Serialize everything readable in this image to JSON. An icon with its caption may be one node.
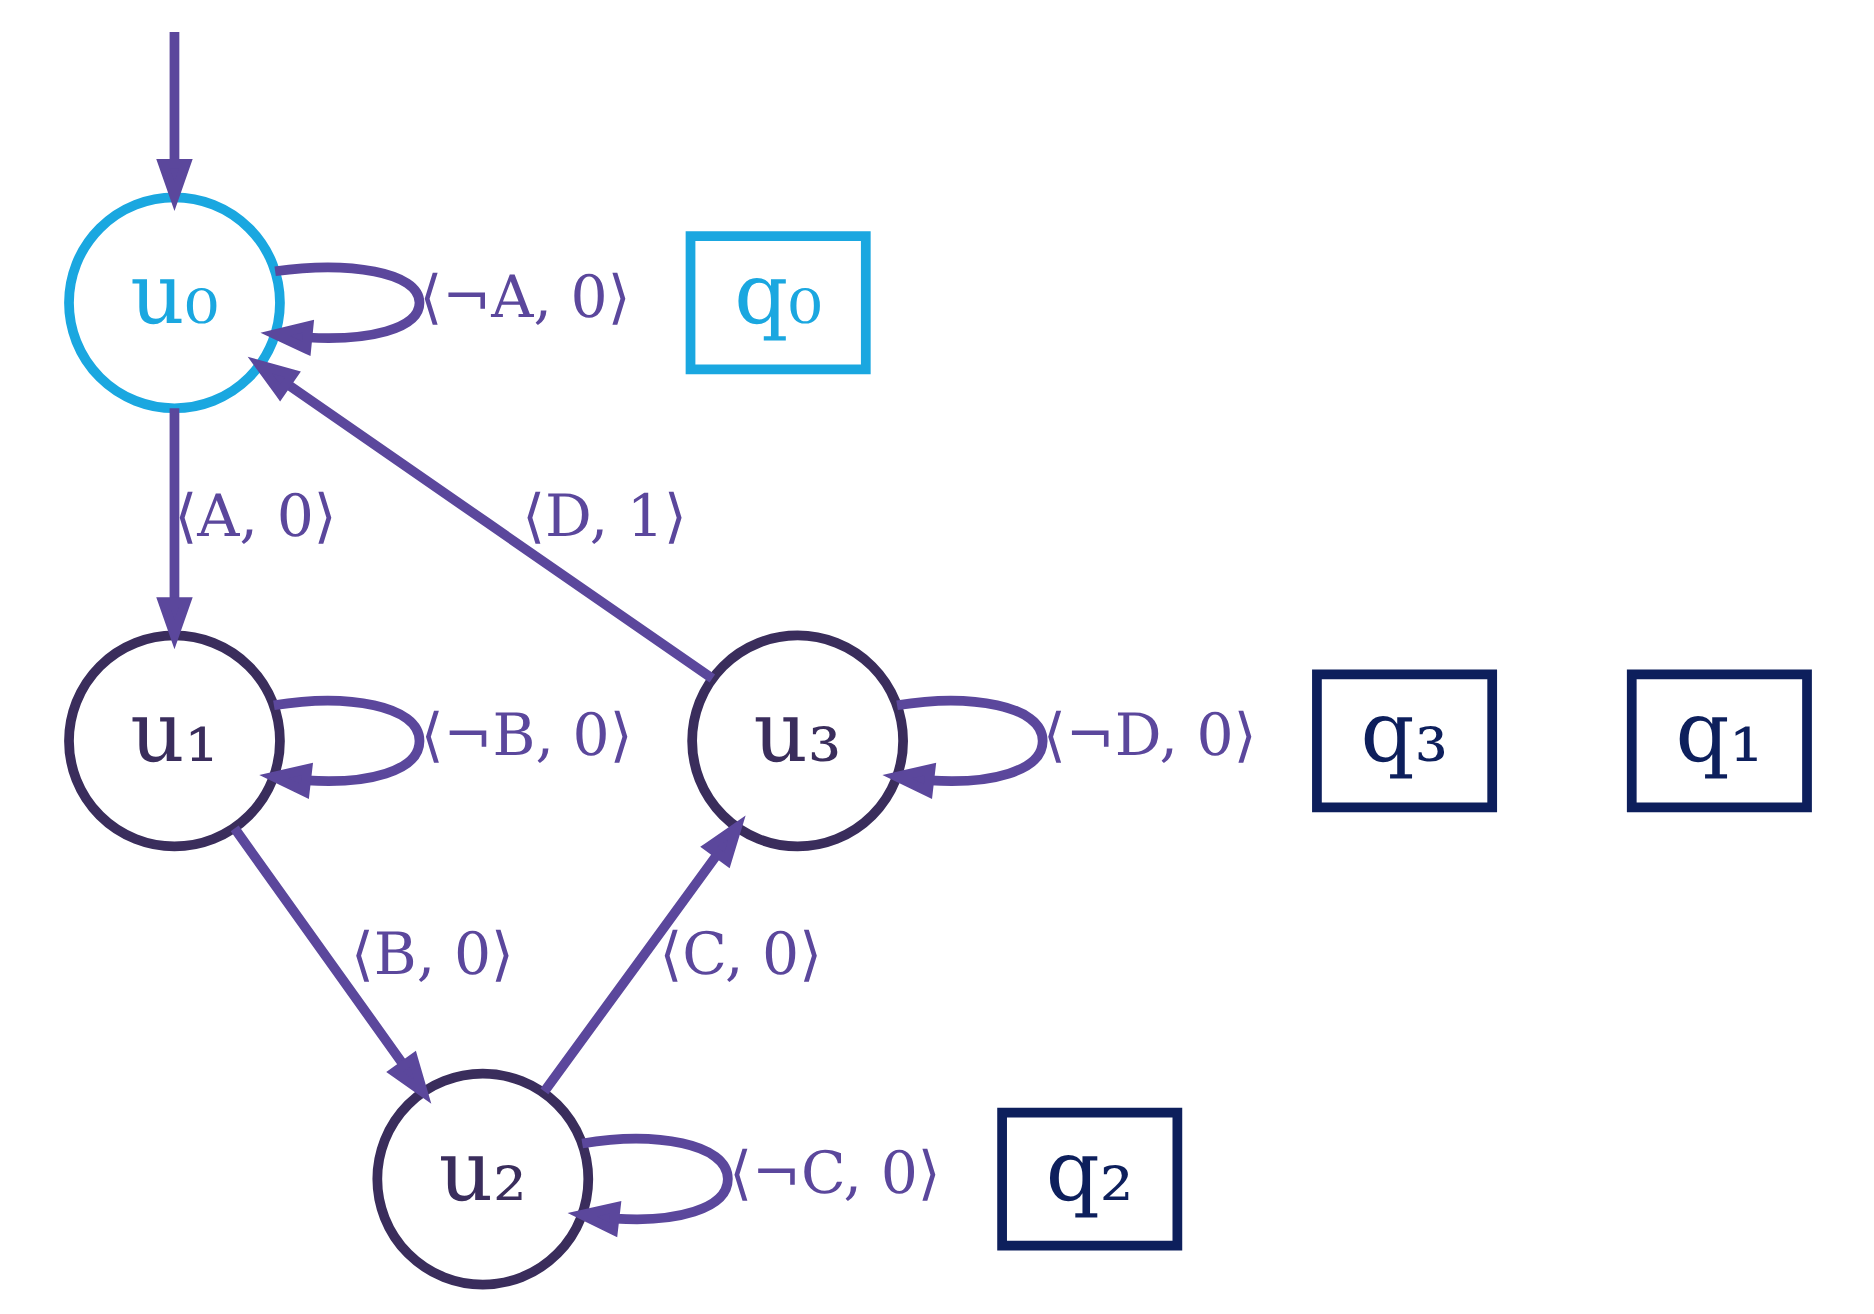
{
  "diagram": {
    "nodes": [
      {
        "text": [
          "u₀"
        ]
      },
      {
        "text": [
          "q₀"
        ]
      },
      {
        "text": [
          "u₃"
        ]
      },
      {
        "text": [
          "q₃"
        ]
      },
      {
        "text": [
          "q₁"
        ]
      },
      {
        "text": [
          "u₁"
        ]
      },
      {
        "text": [
          "q₂"
        ]
      },
      {
        "text": [
          "u₂"
        ]
      }
    ],
    "edges": [
      {
        "from": null,
        "to": 0,
        "arrow": "to"
      },
      {
        "from": 0,
        "to": 0,
        "arrow": "to",
        "label": "⟨¬A, 0⟩"
      },
      {
        "from": 0,
        "to": 5,
        "arrow": "to",
        "label": "⟨A, 0⟩"
      },
      {
        "from": 5,
        "to": 5,
        "arrow": "to",
        "label": "⟨¬B, 0⟩"
      },
      {
        "from": 5,
        "to": 7,
        "arrow": "to",
        "label": "⟨B, 0⟩"
      },
      {
        "from": 7,
        "to": 7,
        "arrow": "to",
        "label": "⟨¬C, 0⟩"
      },
      {
        "from": 7,
        "to": 2,
        "arrow": "to",
        "label": "⟨C, 0⟩"
      },
      {
        "from": 2,
        "to": 2,
        "arrow": "to",
        "label": "⟨¬D, 0⟩"
      },
      {
        "from": 2,
        "to": 0,
        "arrow": "to",
        "label": "⟨D, 1⟩"
      }
    ]
  }
}
